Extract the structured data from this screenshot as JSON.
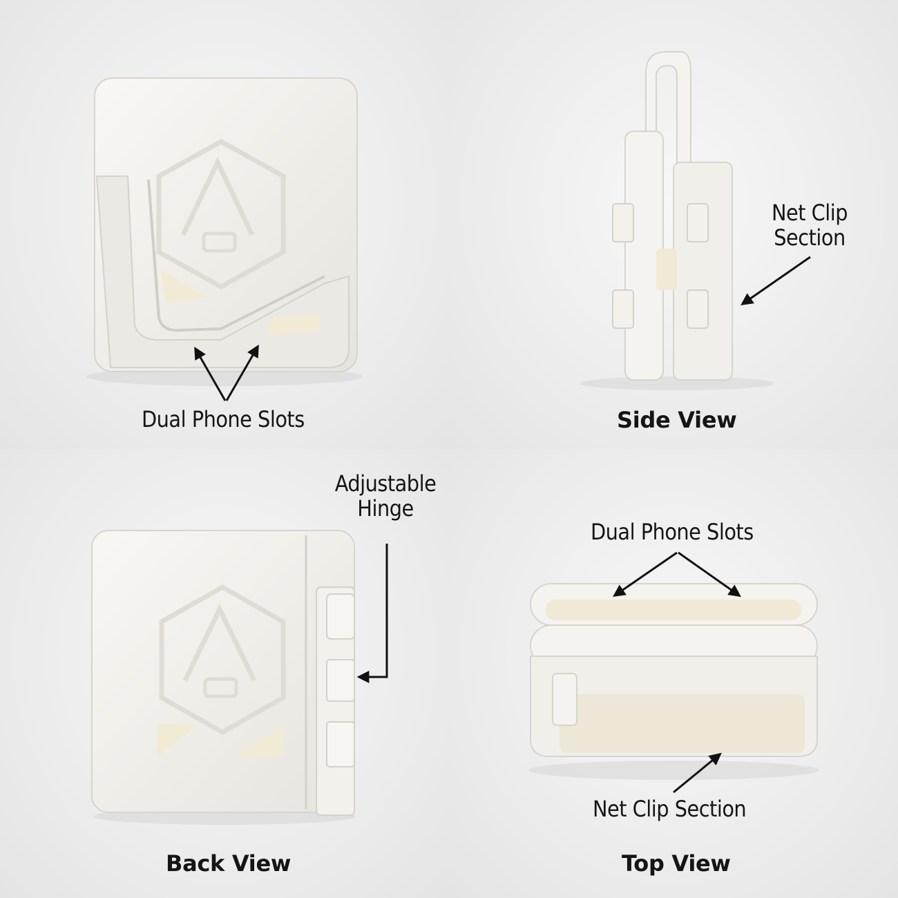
{
  "panels": {
    "front": {
      "callout": "Dual Phone Slots"
    },
    "side": {
      "title": "Side View",
      "callout_line1": "Net Clip",
      "callout_line2": "Section"
    },
    "back": {
      "title": "Back View",
      "callout_line1": "Adjustable",
      "callout_line2": "Hinge"
    },
    "top": {
      "title": "Top View",
      "callout_top": "Dual Phone Slots",
      "callout_bottom": "Net Clip Section"
    }
  },
  "colors": {
    "background": "#ececec",
    "product": "#f4f3ef",
    "product_shadow": "#dcdad3",
    "arrow": "#111111"
  }
}
